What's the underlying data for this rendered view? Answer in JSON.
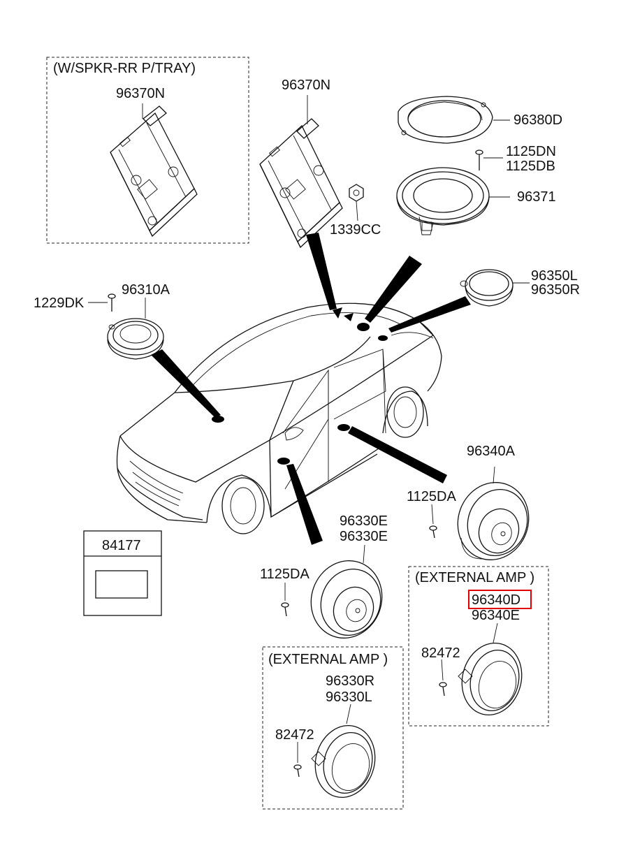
{
  "diagram": {
    "boxes": {
      "rr_tray": "(W/SPKR-RR P/TRAY)",
      "ext_amp_front": "(EXTERNAL AMP )",
      "ext_amp_rear": "(EXTERNAL AMP )"
    },
    "labels": {
      "amp_boxed": "96370N",
      "amp_main": "96370N",
      "nut": "1339CC",
      "grille": "96380D",
      "screw_a": "1125DN",
      "screw_b": "1125DB",
      "sub_speaker": "96371",
      "tweeter_l": "96350L",
      "tweeter_r": "96350R",
      "front_screw": "1229DK",
      "front_speaker": "96310A",
      "rear_door_speaker": "96340A",
      "rear_door_screw": "1125DA",
      "front_door_speaker_1": "96330E",
      "front_door_speaker_2": "96330E",
      "front_door_screw": "1125DA",
      "label_part": "84177",
      "ext_rear_highlight": "96340D",
      "ext_rear_2": "96340E",
      "ext_rear_screw": "82472",
      "ext_front_r": "96330R",
      "ext_front_l": "96330L",
      "ext_front_screw": "82472"
    },
    "highlight_color": "#e00000"
  }
}
